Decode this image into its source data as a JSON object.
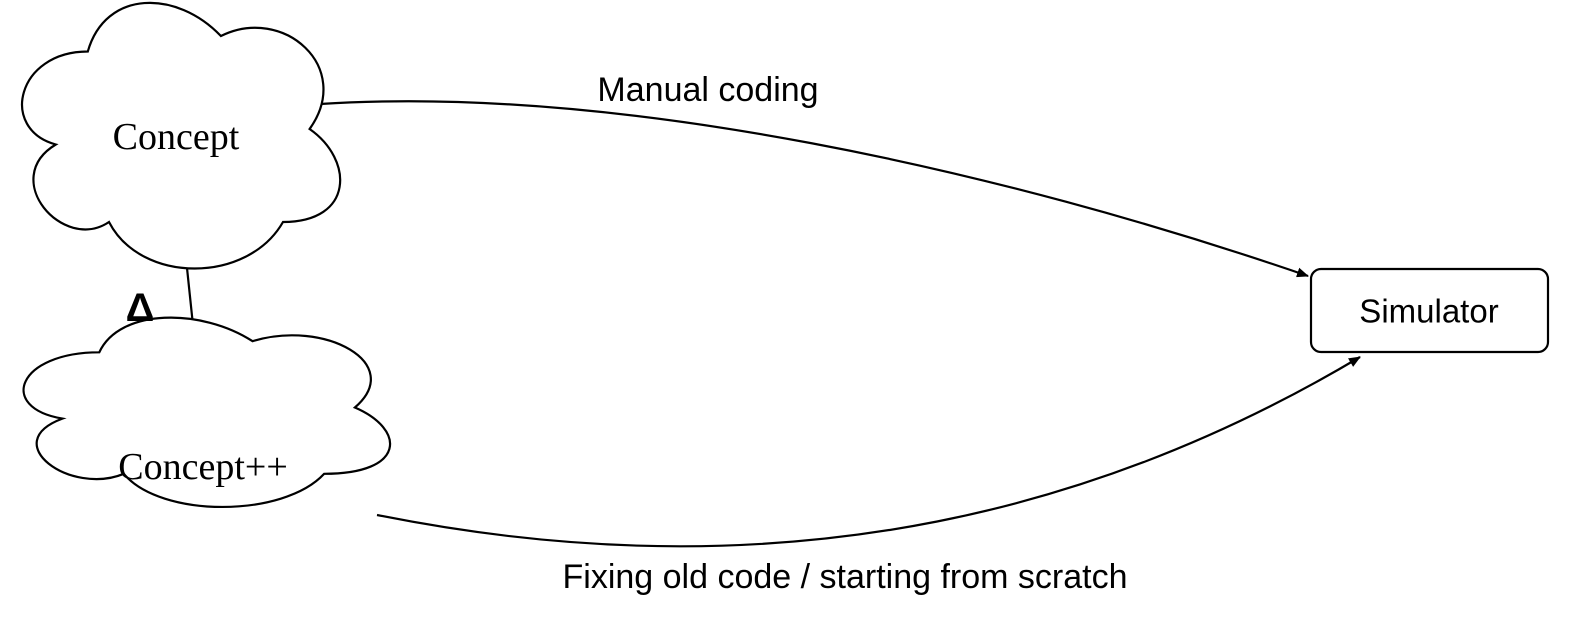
{
  "nodes": {
    "concept": "Concept",
    "concept_plus": "Concept++",
    "simulator": "Simulator"
  },
  "edges": {
    "delta_label": "Δ",
    "manual_label": "Manual coding",
    "fixing_label": "Fixing old code / starting from scratch"
  },
  "colors": {
    "stroke": "#000000",
    "fill": "#ffffff"
  }
}
